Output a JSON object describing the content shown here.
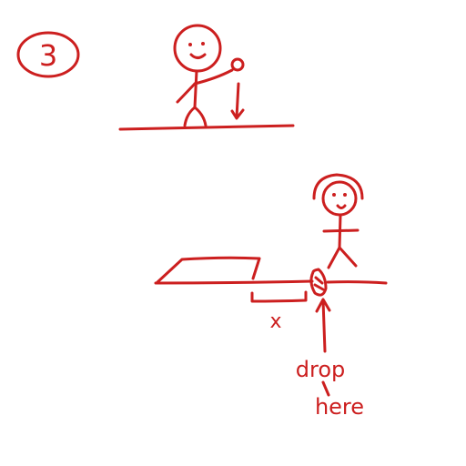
{
  "step_label": "3",
  "mark_label": "x",
  "instruction_line1": "drop",
  "instruction_line2": "here",
  "ink_color": "#cc1f1f",
  "background_color": "#ffffff"
}
